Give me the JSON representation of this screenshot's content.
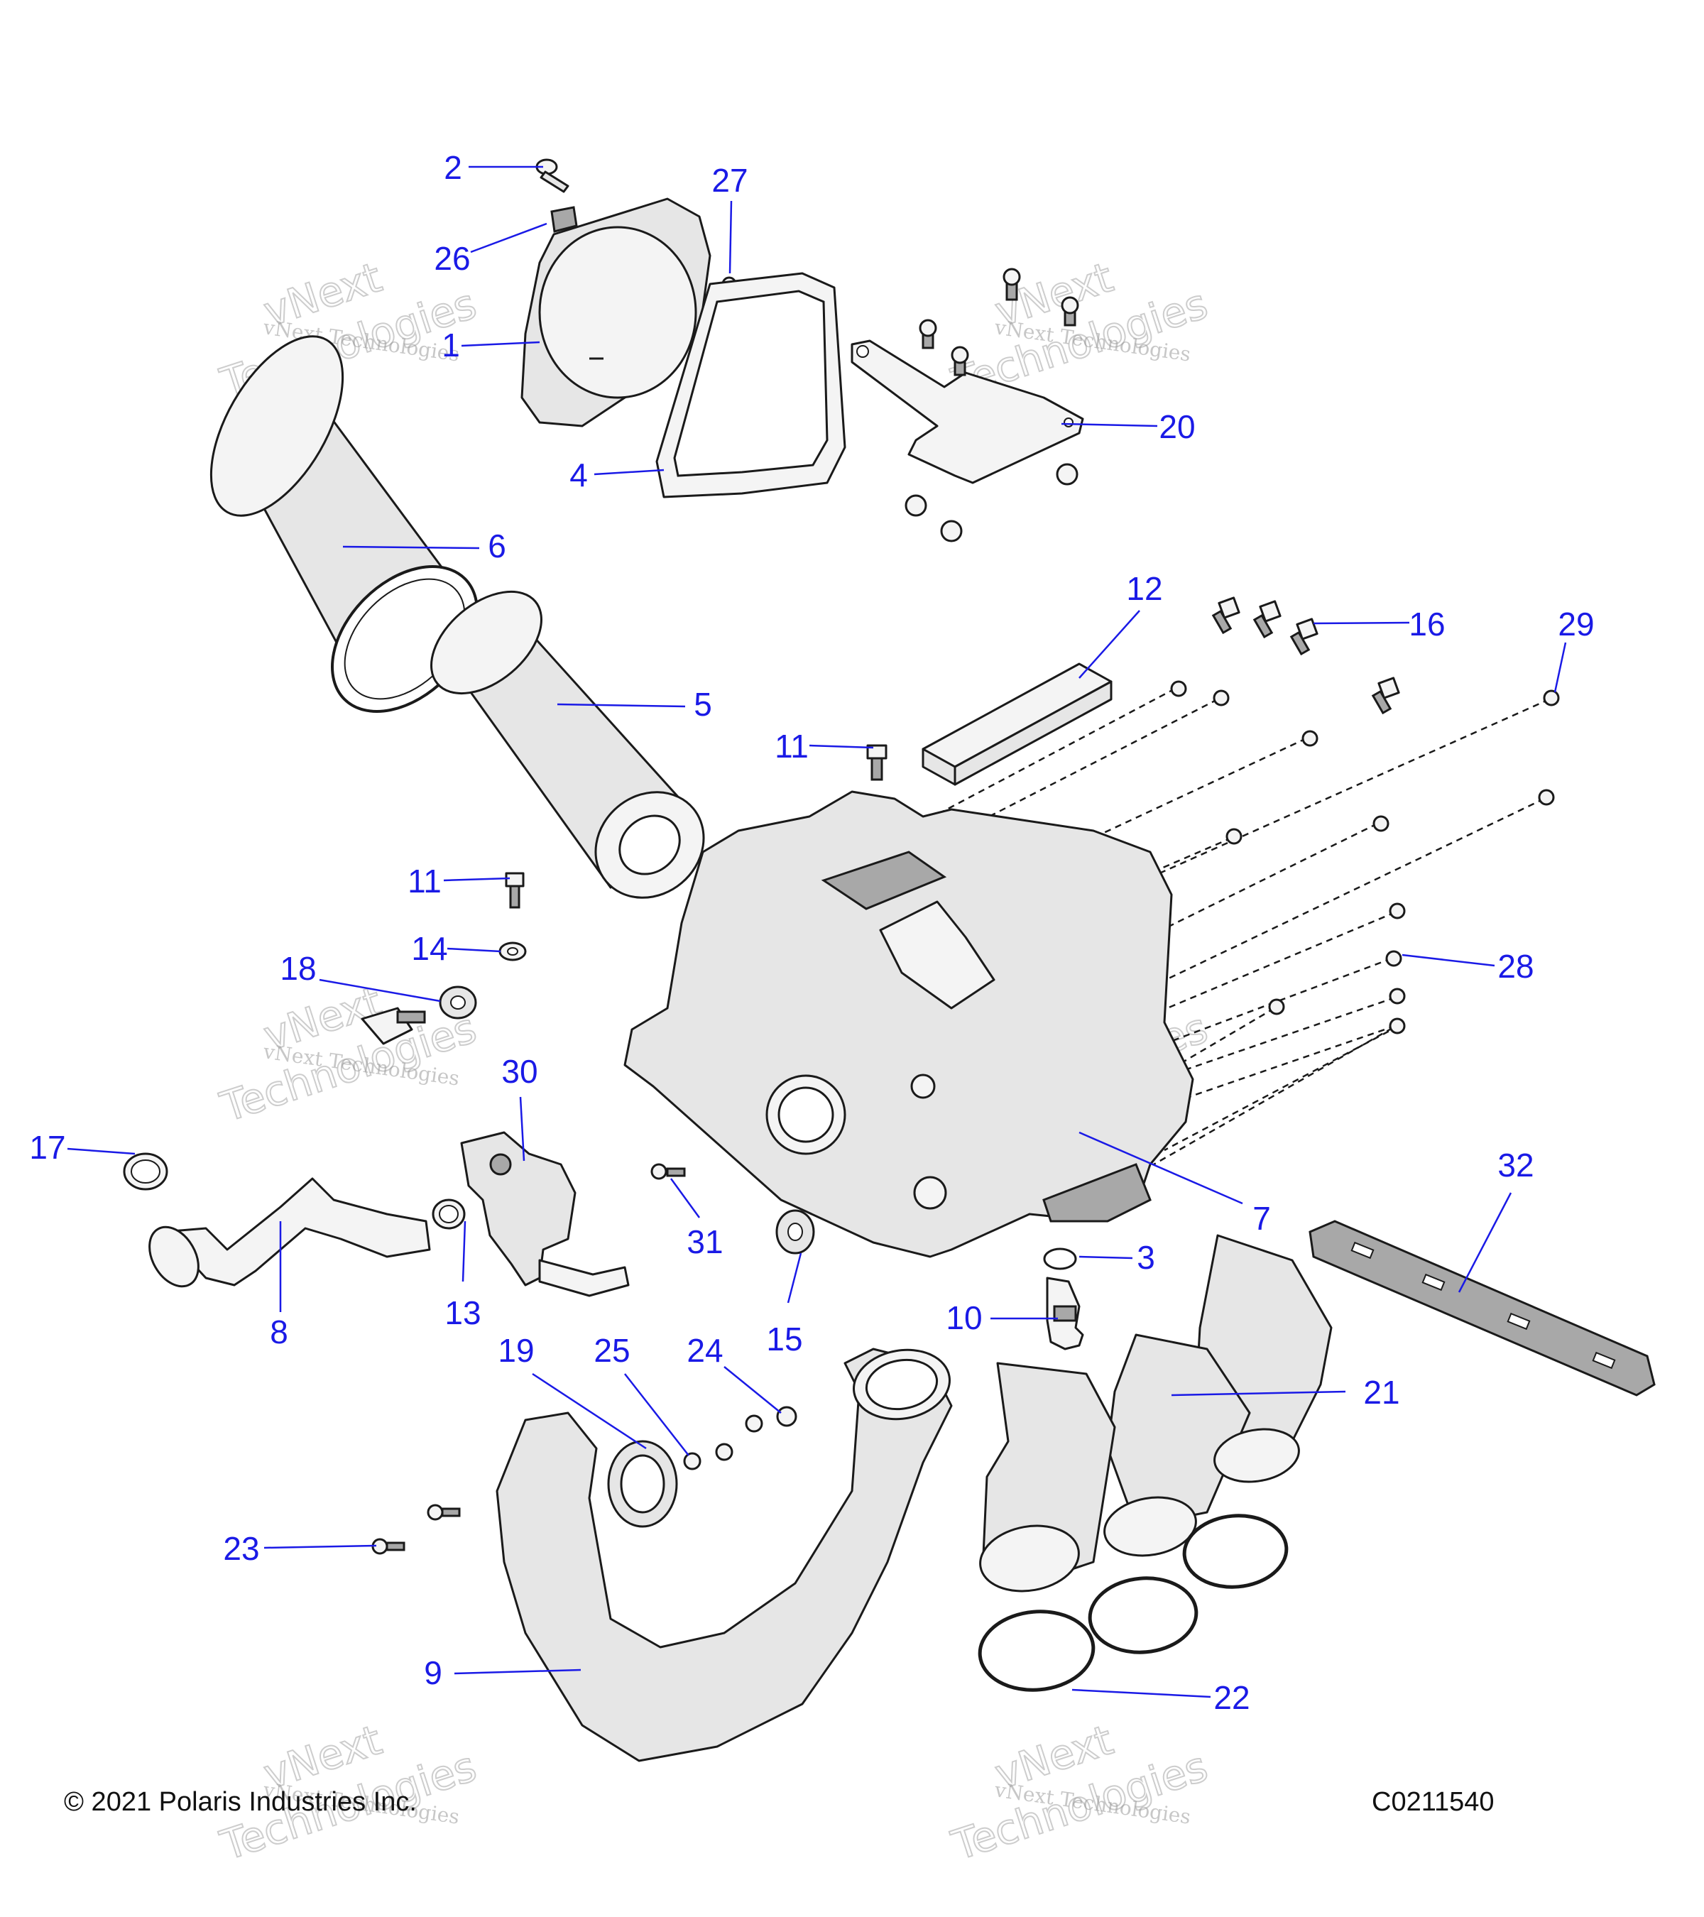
{
  "diagram": {
    "callouts": [
      "1",
      "2",
      "3",
      "4",
      "5",
      "6",
      "7",
      "8",
      "9",
      "10",
      "11",
      "11",
      "12",
      "13",
      "14",
      "15",
      "16",
      "17",
      "18",
      "19",
      "20",
      "21",
      "22",
      "23",
      "24",
      "25",
      "26",
      "27",
      "28",
      "29",
      "30",
      "31",
      "32"
    ],
    "watermark": {
      "small_text": "vNext Technologies",
      "big_line1": "vNext",
      "big_line2": "Technologies"
    },
    "footer": {
      "copyright": "© 2021 Polaris Industries Inc.",
      "drawing_id": "C0211540"
    }
  },
  "colors": {
    "callout": "#1a1ae6",
    "line_art": "#1a1a1a",
    "part_fill": "#e6e6e6"
  }
}
